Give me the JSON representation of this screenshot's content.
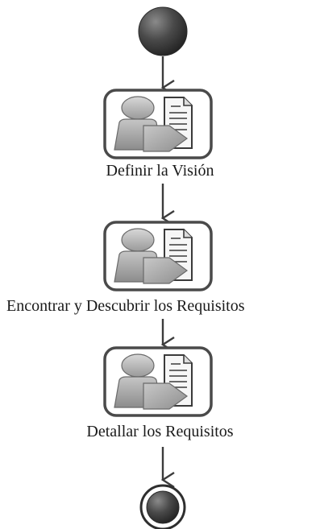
{
  "activities": [
    {
      "label": "Definir  la Visión",
      "icon": "role-document-icon"
    },
    {
      "label": "Encontrar y Descubrir los Requisitos",
      "icon": "role-document-icon"
    },
    {
      "label": "Detallar  los Requisitos",
      "icon": "role-document-icon"
    }
  ],
  "nodes": {
    "start": "initial-node",
    "end": "final-node"
  },
  "colors": {
    "node_fill": "#3a3a3a",
    "box_stroke": "#4a4a4a",
    "arrow": "#3c3c3c",
    "figure_fill": "#a8a8a8",
    "doc_fill": "#f4f4f4"
  }
}
